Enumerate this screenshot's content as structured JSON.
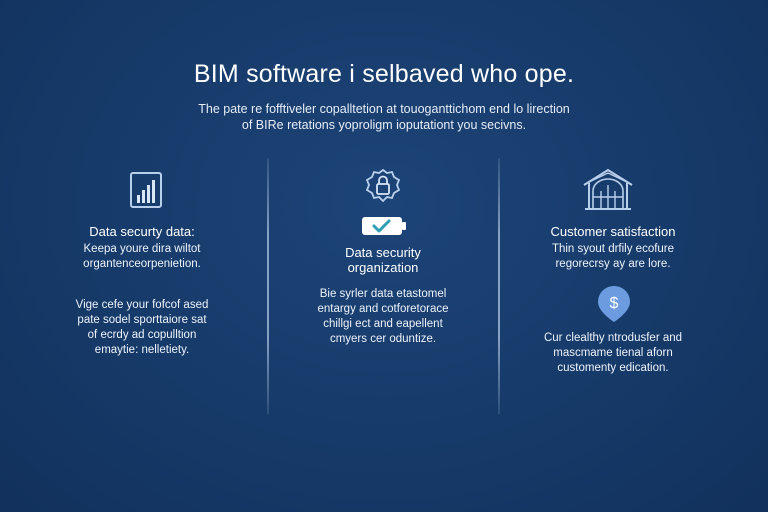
{
  "header": {
    "title": "BIM software i selbaved who ope.",
    "subtitle_lines": [
      "The pate re fofftiveler copalltetion at touoganttichom end lo lirection",
      "of BIRe retations yoproligm ioputationt you secivns."
    ]
  },
  "columns": [
    {
      "icon": "bar-chart-icon",
      "heading": "Data securty data:",
      "text1": [
        "Keepa youre dira wiltot",
        "organtenceorpenietion."
      ],
      "text2": [
        "Vige cefe your fofcof ased",
        "pate sodel sporttaiore sat",
        "of ecrdy ad copulltion",
        "emaytie: nelletiety."
      ]
    },
    {
      "icon": "security-lock-icon",
      "icon2": "check-badge-icon",
      "heading": "Data security",
      "heading2": "organization",
      "text": [
        "Bie syrler data etastomel",
        "entargy and cotforetorace",
        "chillgi ect and eapellent",
        "cmyers cer oduntize."
      ]
    },
    {
      "icon": "building-icon",
      "icon2": "dollar-shield-icon",
      "heading": "Customer satisfaction",
      "text1": [
        "Thin syout drfily ecofure",
        "regorecrsy ay are lore."
      ],
      "text2": [
        "Cur clealthy ntrodusfer and",
        "mascmame tienal aforn",
        "customenty edication."
      ]
    }
  ],
  "colors": {
    "background": "#163a69",
    "icon_stroke": "#b9d0ec",
    "check": "#2f9fb4",
    "dollar_badge": "#6d9be0"
  }
}
